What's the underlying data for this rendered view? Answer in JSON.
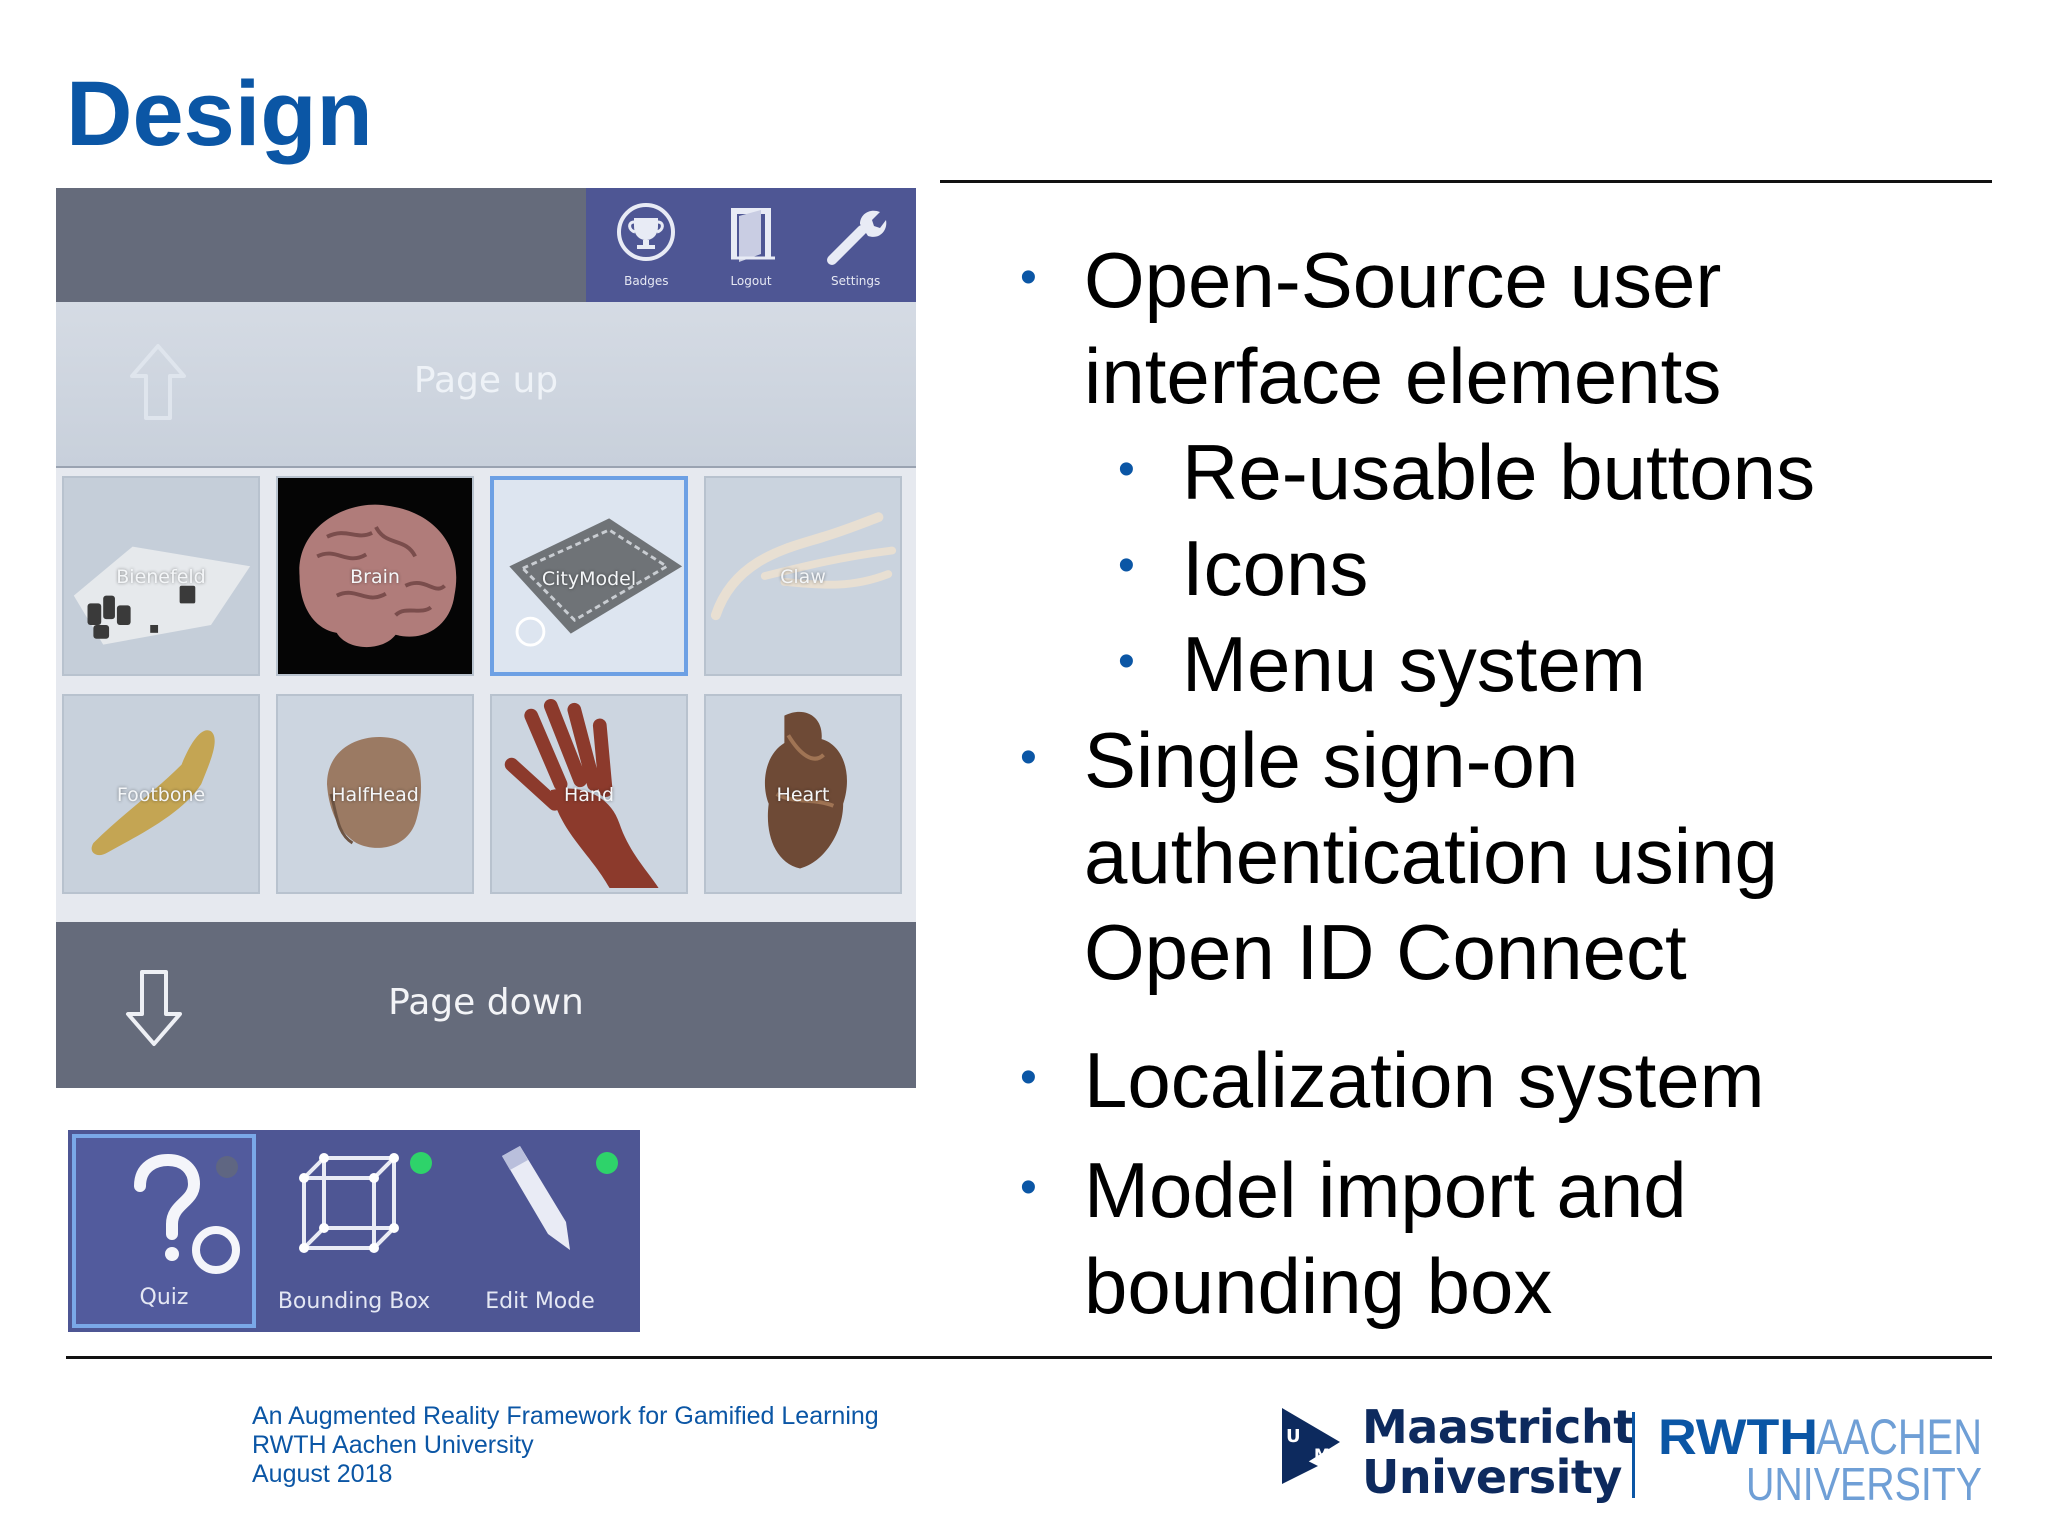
{
  "slide": {
    "title": "Design"
  },
  "toolbar": {
    "items": [
      {
        "label": "Badges",
        "icon": "trophy-icon"
      },
      {
        "label": "Logout",
        "icon": "door-icon"
      },
      {
        "label": "Settings",
        "icon": "wrench-icon"
      }
    ]
  },
  "menu": {
    "page_up_label": "Page up",
    "page_down_label": "Page down",
    "models": [
      {
        "label": "Bienefeld",
        "selected": false
      },
      {
        "label": "Brain",
        "selected": false
      },
      {
        "label": "CityModel",
        "selected": true
      },
      {
        "label": "Claw",
        "selected": false
      },
      {
        "label": "Footbone",
        "selected": false
      },
      {
        "label": "HalfHead",
        "selected": false
      },
      {
        "label": "Hand",
        "selected": false
      },
      {
        "label": "Heart",
        "selected": false
      }
    ]
  },
  "quick_menu": {
    "items": [
      {
        "label": "Quiz",
        "icon": "question-icon",
        "active": true,
        "status": "off"
      },
      {
        "label": "Bounding Box",
        "icon": "cube-icon",
        "active": false,
        "status": "on"
      },
      {
        "label": "Edit Mode",
        "icon": "pencil-icon",
        "active": false,
        "status": "on"
      }
    ],
    "status_colors": {
      "on": "#2ed36a",
      "off": "#5f6682"
    }
  },
  "bullets": {
    "b1_line1": "Open-Source user",
    "b1_line2": "interface elements",
    "b1_sub1": "Re-usable buttons",
    "b1_sub2": "Icons",
    "b1_sub3": "Menu system",
    "b2_line1": "Single sign-on",
    "b2_line2": "authentication using",
    "b2_line3": "Open ID Connect",
    "b3_line1": "Localization system",
    "b4_line1": "Model import and",
    "b4_line2": "bounding box",
    "dot": "•"
  },
  "footer": {
    "line1": "An Augmented Reality Framework for Gamified Learning",
    "line2": "RWTH Aachen University",
    "line3": "August 2018",
    "um_line1": "Maastricht",
    "um_line2": "University",
    "um_mark_u": "U",
    "um_mark_m": "M",
    "rwth_bold": "RWTH",
    "rwth_light": "AACHEN",
    "rwth_sub": "UNIVERSITY"
  },
  "colors": {
    "title_blue": "#0b56a5",
    "toolbar_purple": "#4e5694",
    "bar_gray": "#656b7b"
  }
}
